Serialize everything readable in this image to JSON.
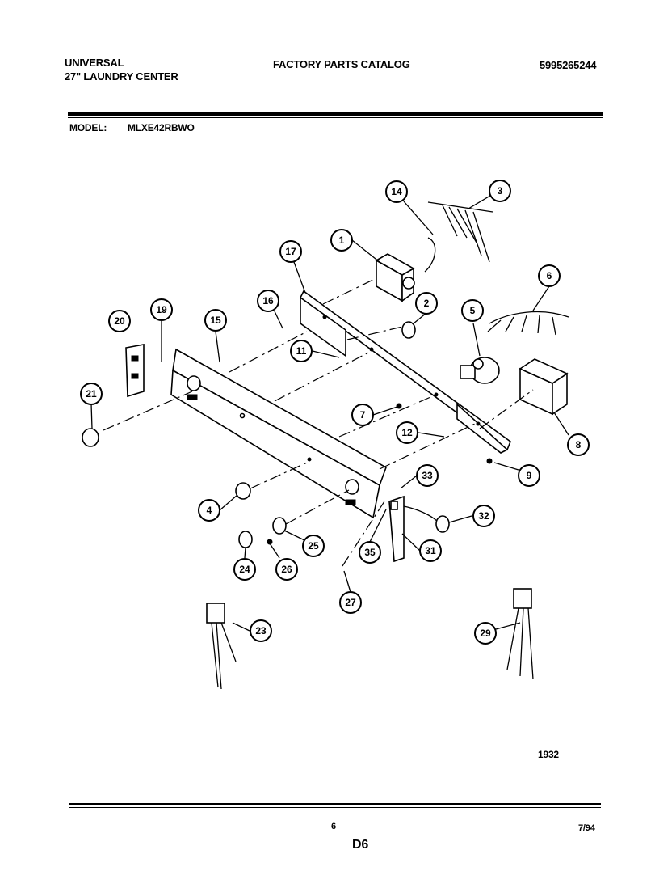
{
  "header": {
    "brand": "UNIVERSAL",
    "product": "27\" LAUNDRY CENTER",
    "catalog_title": "FACTORY PARTS CATALOG",
    "catalog_number": "5995265244",
    "model_label": "MODEL:",
    "model_value": "MLXE42RBWO"
  },
  "callouts": [
    "1",
    "2",
    "3",
    "4",
    "6",
    "7",
    "8",
    "9",
    "11",
    "12",
    "14",
    "15",
    "16",
    "17",
    "19",
    "20",
    "21",
    "23",
    "24",
    "25",
    "26",
    "27",
    "29",
    "31",
    "32",
    "33",
    "35",
    "5"
  ],
  "figure": {
    "drawing_number": "1932"
  },
  "footer": {
    "page_number": "6",
    "section_code": "D6",
    "date": "7/94"
  }
}
